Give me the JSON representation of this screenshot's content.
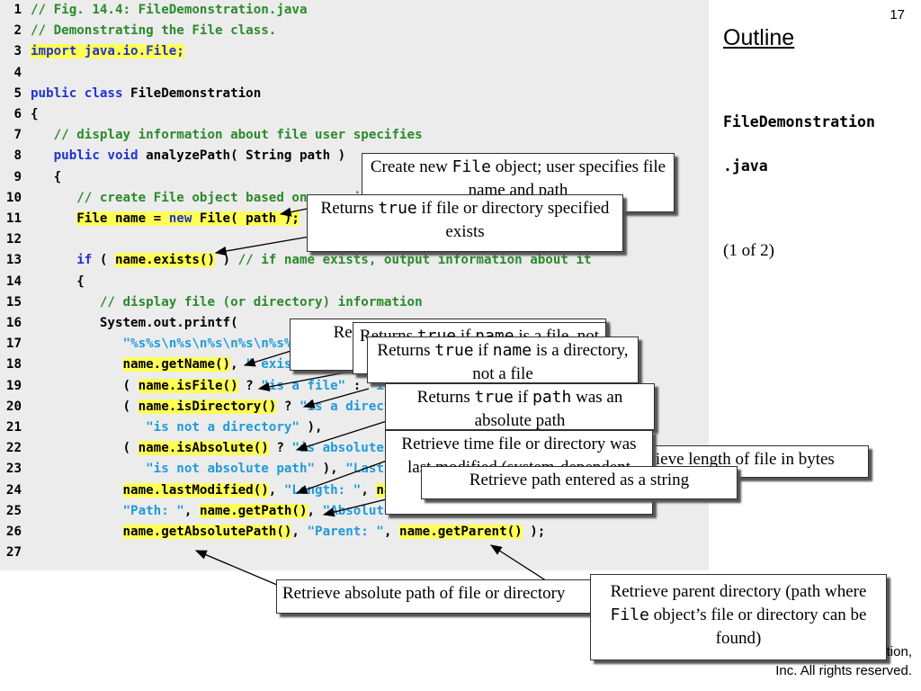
{
  "page_number": "17",
  "side_panel": {
    "outline_label": "Outline",
    "file_name_line1": "FileDemonstration",
    "file_name_line2": ".java",
    "page_indicator": "(1 of 2)"
  },
  "footer": {
    "line1_fragment": "tion,",
    "line2": "Inc.  All rights reserved."
  },
  "code_lines": [
    {
      "n": "1",
      "segs": [
        {
          "t": "// Fig. 14.4: FileDemonstration.java",
          "c": "c"
        }
      ]
    },
    {
      "n": "2",
      "segs": [
        {
          "t": "// Demonstrating the File class.",
          "c": "c"
        }
      ]
    },
    {
      "n": "3",
      "segs": [
        {
          "t": "import java.io.File;",
          "c": "k hl"
        }
      ]
    },
    {
      "n": "4",
      "segs": []
    },
    {
      "n": "5",
      "segs": [
        {
          "t": "public class ",
          "c": "k"
        },
        {
          "t": "FileDemonstration",
          "c": ""
        }
      ]
    },
    {
      "n": "6",
      "segs": [
        {
          "t": "{",
          "c": ""
        }
      ]
    },
    {
      "n": "7",
      "segs": [
        {
          "t": "   ",
          "c": ""
        },
        {
          "t": "// display information about file user specifies",
          "c": "c"
        }
      ]
    },
    {
      "n": "8",
      "segs": [
        {
          "t": "   ",
          "c": ""
        },
        {
          "t": "public void ",
          "c": "k"
        },
        {
          "t": "analyzePath( String path )",
          "c": ""
        }
      ]
    },
    {
      "n": "9",
      "segs": [
        {
          "t": "   {",
          "c": ""
        }
      ]
    },
    {
      "n": "10",
      "segs": [
        {
          "t": "      ",
          "c": ""
        },
        {
          "t": "// create File object based on user input",
          "c": "c"
        }
      ]
    },
    {
      "n": "11",
      "segs": [
        {
          "t": "      ",
          "c": ""
        },
        {
          "t": "File name = ",
          "c": "hl"
        },
        {
          "t": "new ",
          "c": "k hl"
        },
        {
          "t": "File( path );",
          "c": "hl"
        }
      ]
    },
    {
      "n": "12",
      "segs": []
    },
    {
      "n": "13",
      "segs": [
        {
          "t": "      ",
          "c": ""
        },
        {
          "t": "if ",
          "c": "k"
        },
        {
          "t": "( ",
          "c": ""
        },
        {
          "t": "name.exists()",
          "c": "hl"
        },
        {
          "t": " ) ",
          "c": ""
        },
        {
          "t": "// if name exists, output information about it",
          "c": "c"
        }
      ]
    },
    {
      "n": "14",
      "segs": [
        {
          "t": "      {",
          "c": ""
        }
      ]
    },
    {
      "n": "15",
      "segs": [
        {
          "t": "         ",
          "c": ""
        },
        {
          "t": "// display file (or directory) information",
          "c": "c"
        }
      ]
    },
    {
      "n": "16",
      "segs": [
        {
          "t": "         System.out.printf(",
          "c": ""
        }
      ]
    },
    {
      "n": "17",
      "segs": [
        {
          "t": "            ",
          "c": ""
        },
        {
          "t": "\"%s%s\\n%s\\n%s\\n%s\\n%s%s\\n%s%s\\n%s%s\\n%s%s\\n%s%s\",",
          "c": "s"
        }
      ]
    },
    {
      "n": "18",
      "segs": [
        {
          "t": "            ",
          "c": ""
        },
        {
          "t": "name.getName()",
          "c": "hl"
        },
        {
          "t": ", ",
          "c": ""
        },
        {
          "t": "\" exists\"",
          "c": "s"
        },
        {
          "t": ",",
          "c": ""
        }
      ]
    },
    {
      "n": "19",
      "segs": [
        {
          "t": "            ( ",
          "c": ""
        },
        {
          "t": "name.isFile()",
          "c": "hl"
        },
        {
          "t": " ? ",
          "c": ""
        },
        {
          "t": "\"is a file\"",
          "c": "s"
        },
        {
          "t": " : ",
          "c": ""
        },
        {
          "t": "\"is not a file\"",
          "c": "s"
        },
        {
          "t": " ),",
          "c": ""
        }
      ]
    },
    {
      "n": "20",
      "segs": [
        {
          "t": "            ( ",
          "c": ""
        },
        {
          "t": "name.isDirectory()",
          "c": "hl"
        },
        {
          "t": " ? ",
          "c": ""
        },
        {
          "t": "\"is a directory\"",
          "c": "s"
        },
        {
          "t": " :",
          "c": ""
        }
      ]
    },
    {
      "n": "21",
      "segs": [
        {
          "t": "               ",
          "c": ""
        },
        {
          "t": "\"is not a directory\"",
          "c": "s"
        },
        {
          "t": " ),",
          "c": ""
        }
      ]
    },
    {
      "n": "22",
      "segs": [
        {
          "t": "            ( ",
          "c": ""
        },
        {
          "t": "name.isAbsolute()",
          "c": "hl"
        },
        {
          "t": " ? ",
          "c": ""
        },
        {
          "t": "\"is absolute path\"",
          "c": "s"
        },
        {
          "t": " :",
          "c": ""
        }
      ]
    },
    {
      "n": "23",
      "segs": [
        {
          "t": "               ",
          "c": ""
        },
        {
          "t": "\"is not absolute path\"",
          "c": "s"
        },
        {
          "t": " ), ",
          "c": ""
        },
        {
          "t": "\"Last modified: \"",
          "c": "s"
        },
        {
          "t": ",",
          "c": ""
        }
      ]
    },
    {
      "n": "24",
      "segs": [
        {
          "t": "            ",
          "c": ""
        },
        {
          "t": "name.lastModified()",
          "c": "hl"
        },
        {
          "t": ", ",
          "c": ""
        },
        {
          "t": "\"Length: \"",
          "c": "s"
        },
        {
          "t": ", ",
          "c": ""
        },
        {
          "t": "name.length()",
          "c": "hl"
        },
        {
          "t": ",",
          "c": ""
        }
      ]
    },
    {
      "n": "25",
      "segs": [
        {
          "t": "            ",
          "c": ""
        },
        {
          "t": "\"Path: \"",
          "c": "s"
        },
        {
          "t": ", ",
          "c": ""
        },
        {
          "t": "name.getPath()",
          "c": "hl"
        },
        {
          "t": ", ",
          "c": ""
        },
        {
          "t": "\"Absolute path: \"",
          "c": "s"
        },
        {
          "t": ",",
          "c": ""
        }
      ]
    },
    {
      "n": "26",
      "segs": [
        {
          "t": "            ",
          "c": ""
        },
        {
          "t": "name.getAbsolutePath()",
          "c": "hl"
        },
        {
          "t": ", ",
          "c": ""
        },
        {
          "t": "\"Parent: \"",
          "c": "s"
        },
        {
          "t": ", ",
          "c": ""
        },
        {
          "t": "name.getParent()",
          "c": "hl"
        },
        {
          "t": " );",
          "c": ""
        }
      ]
    },
    {
      "n": "27",
      "segs": []
    }
  ],
  "callouts": [
    {
      "id": "create-file",
      "parts": [
        {
          "t": "Create new "
        },
        {
          "t": "File",
          "m": true
        },
        {
          "t": " object; user specifies file name and path"
        }
      ]
    },
    {
      "id": "exists",
      "parts": [
        {
          "t": "Returns "
        },
        {
          "t": "true",
          "m": true
        },
        {
          "t": " if file or directory specified exists"
        }
      ]
    },
    {
      "id": "getname",
      "parts": [
        {
          "t": "Retrieve name of file or directory"
        }
      ]
    },
    {
      "id": "isfile",
      "parts": [
        {
          "t": "Returns "
        },
        {
          "t": "true",
          "m": true
        },
        {
          "t": " if "
        },
        {
          "t": "name",
          "m": true
        },
        {
          "t": " is a file, not a directory"
        }
      ]
    },
    {
      "id": "isdirectory",
      "parts": [
        {
          "t": "Returns "
        },
        {
          "t": "true",
          "m": true
        },
        {
          "t": " if "
        },
        {
          "t": "name",
          "m": true
        },
        {
          "t": " is a directory, not a file"
        }
      ]
    },
    {
      "id": "isabsolute",
      "parts": [
        {
          "t": "Returns "
        },
        {
          "t": "true",
          "m": true
        },
        {
          "t": " if "
        },
        {
          "t": "path",
          "m": true
        },
        {
          "t": " was an absolute path"
        }
      ]
    },
    {
      "id": "lastmodified",
      "parts": [
        {
          "t": "Retrieve time file or directory was last modified (system-dependent value)"
        }
      ]
    },
    {
      "id": "length",
      "parts": [
        {
          "t": "Retrieve length of file in bytes"
        }
      ]
    },
    {
      "id": "getpath",
      "parts": [
        {
          "t": "Retrieve path entered as a string"
        }
      ]
    },
    {
      "id": "absolutepath",
      "parts": [
        {
          "t": "Retrieve absolute path of file or directory"
        }
      ]
    },
    {
      "id": "getparent",
      "parts": [
        {
          "t": "Retrieve parent directory (path where "
        },
        {
          "t": "File",
          "m": true
        },
        {
          "t": " object’s file or directory can be found)"
        }
      ]
    }
  ]
}
